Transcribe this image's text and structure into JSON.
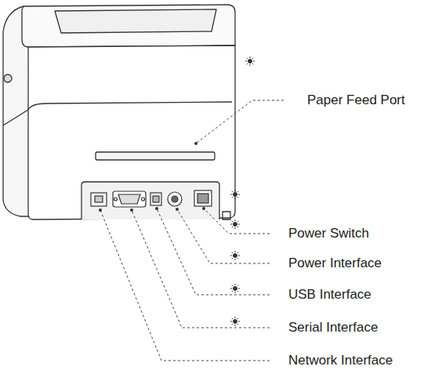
{
  "diagram": {
    "labels": [
      "Paper Feed Port",
      "Power Switch",
      "Power Interface",
      "USB Interface",
      "Serial Interface",
      "Network Interface"
    ]
  }
}
